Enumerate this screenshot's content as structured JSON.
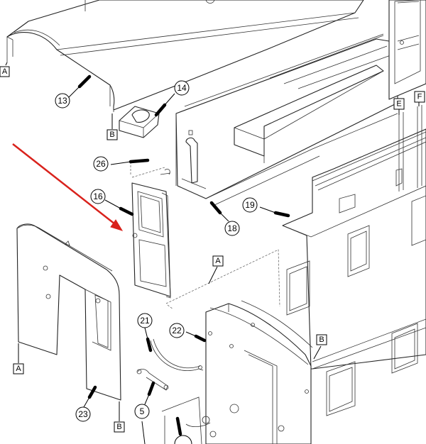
{
  "diagram": {
    "callouts": {
      "c13": "13",
      "c14": "14",
      "c16": "16",
      "c18": "18",
      "c19": "19",
      "c21": "21",
      "c22": "22",
      "c23": "23",
      "c26": "26",
      "c5": "5"
    },
    "tags": {
      "tag_a_roof": "A",
      "tag_b_roof": "B",
      "tag_a_wall": "A",
      "tag_b_wall": "B",
      "tag_a_mid": "A",
      "tag_b_mid": "B",
      "tag_e": "E",
      "tag_f": "F"
    },
    "highlight_color": "#d9221c"
  }
}
